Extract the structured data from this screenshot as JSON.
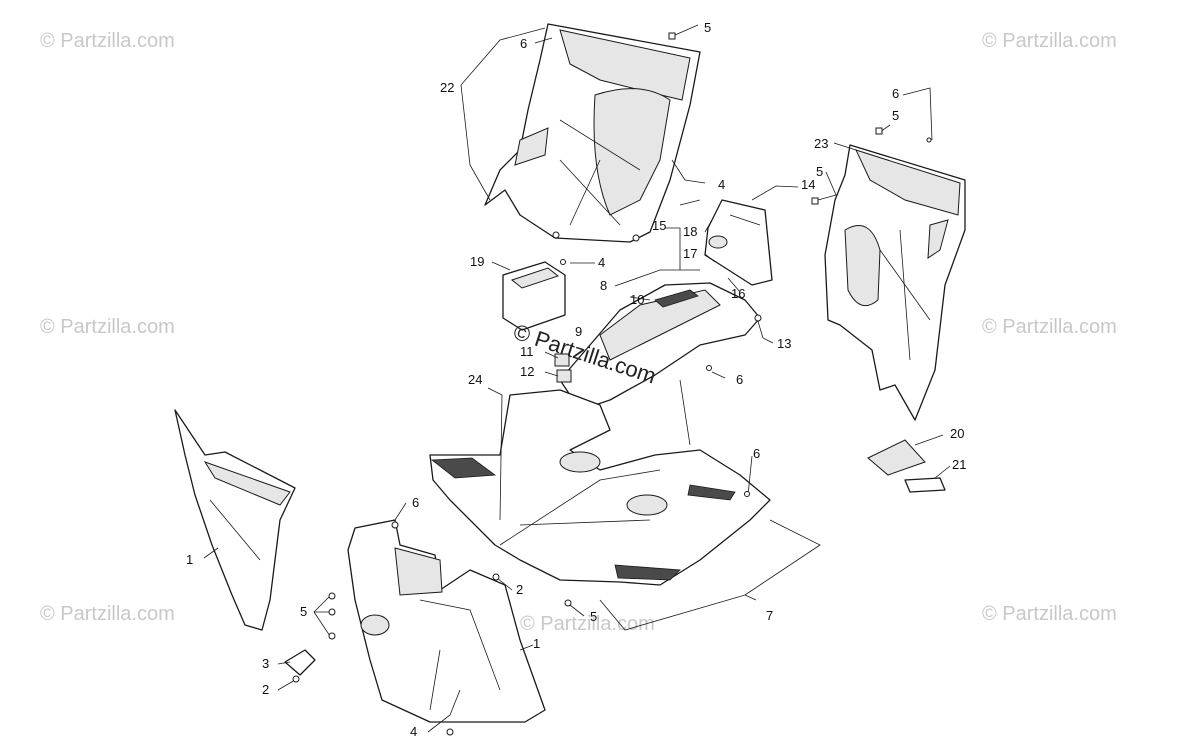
{
  "watermarks": {
    "text": "© Partzilla.com",
    "center_text": "© Partzilla.com"
  },
  "callouts": {
    "c1a": "1",
    "c1b": "1",
    "c2a": "2",
    "c2b": "2",
    "c3": "3",
    "c4a": "4",
    "c4b": "4",
    "c4c": "4",
    "c5a": "5",
    "c5b": "5",
    "c5c": "5",
    "c5d": "5",
    "c5e": "5",
    "c6a": "6",
    "c6b": "6",
    "c6c": "6",
    "c6d": "6",
    "c6e": "6",
    "c7": "7",
    "c8": "8",
    "c9": "9",
    "c10": "10",
    "c11": "11",
    "c12": "12",
    "c13": "13",
    "c14": "14",
    "c15": "15",
    "c16": "16",
    "c17": "17",
    "c18": "18",
    "c19": "19",
    "c20": "20",
    "c21": "21",
    "c22": "22",
    "c23": "23",
    "c24": "24"
  }
}
